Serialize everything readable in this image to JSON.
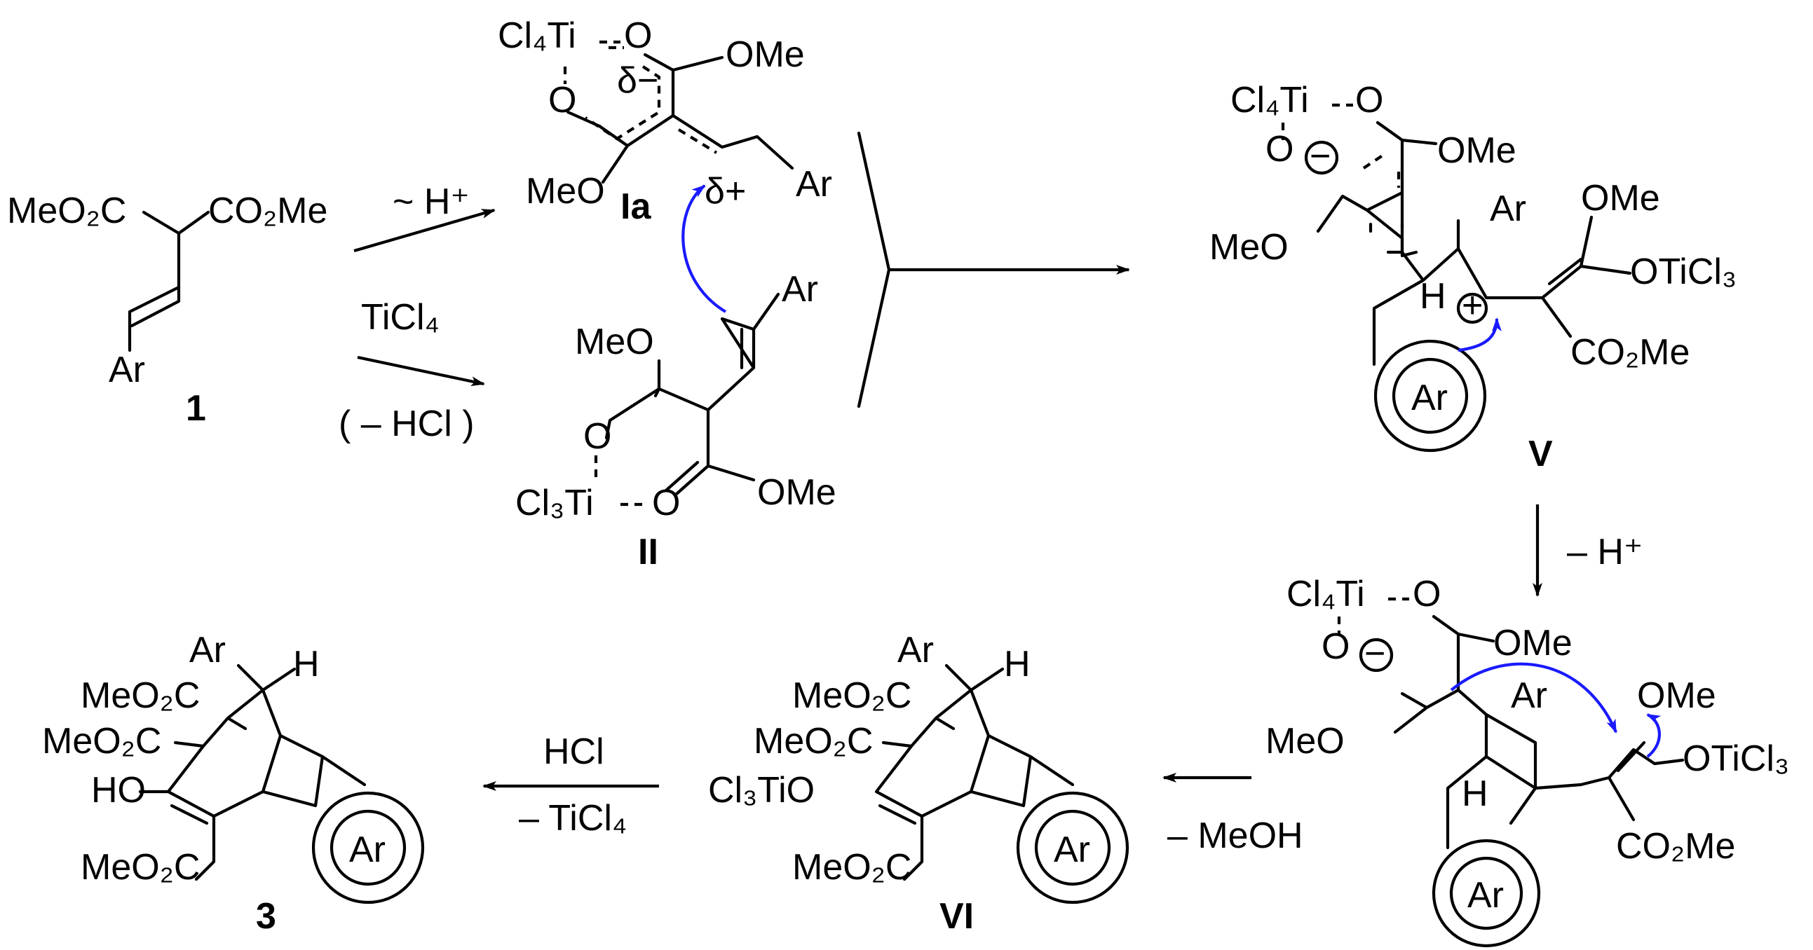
{
  "compounds": {
    "c1": {
      "id": "1",
      "ester_left": "MeO₂C",
      "ester_right": "CO₂Me",
      "aryl": "Ar"
    },
    "Ia": {
      "id": "Ia",
      "metal": "Cl₄Ti",
      "ome": "OMe",
      "meo": "MeO",
      "aryl": "Ar",
      "delta_minus": "δ−",
      "delta_plus": "δ+",
      "o1": "O",
      "o2": "O"
    },
    "II": {
      "id": "II",
      "metal": "Cl₃Ti",
      "meo": "MeO",
      "ome": "OMe",
      "aryl": "Ar",
      "o1": "O",
      "o2": "O"
    },
    "V": {
      "id": "V",
      "metal": "Cl₄Ti",
      "ome": "OMe",
      "meo": "MeO",
      "aryl": "Ar",
      "ring_aryl": "Ar",
      "ome2": "OMe",
      "otiCl3": "OTiCl₃",
      "co2me": "CO₂Me",
      "h": "H",
      "minus": "−",
      "plus": "+",
      "o1": "O",
      "o2": "O"
    },
    "VI_int": {
      "metal": "Cl₄Ti",
      "ome": "OMe",
      "meo": "MeO",
      "aryl": "Ar",
      "ring_aryl": "Ar",
      "ome2": "OMe",
      "otiCl3": "OTiCl₃",
      "co2me": "CO₂Me",
      "h": "H",
      "minus": "−",
      "o1": "O",
      "o2": "O"
    },
    "VI": {
      "id": "VI",
      "aryl": "Ar",
      "h": "H",
      "ester1": "MeO₂C",
      "ester2": "MeO₂C",
      "enol": "Cl₃TiO",
      "ester3": "MeO₂C",
      "ring_aryl": "Ar"
    },
    "c3": {
      "id": "3",
      "aryl": "Ar",
      "h": "H",
      "ester1": "MeO₂C",
      "ester2": "MeO₂C",
      "enol": "HO",
      "ester3": "MeO₂C",
      "ring_aryl": "Ar"
    }
  },
  "reagents": {
    "proton_shift": "~ H⁺",
    "ticl4": "TiCl₄",
    "minus_hcl": "( – HCl )",
    "minus_h": "– H⁺",
    "minus_meoh": "– MeOH",
    "hcl": "HCl",
    "minus_ticl4": "– TiCl₄"
  },
  "colors": {
    "curved_arrow": "#1a1aff",
    "ink": "#000000"
  }
}
